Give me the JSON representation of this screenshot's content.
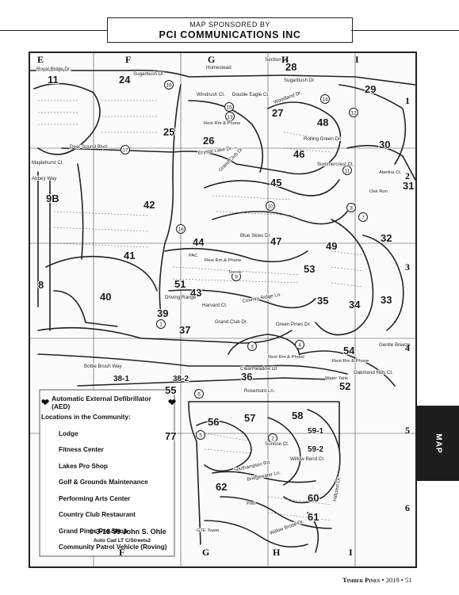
{
  "banner": {
    "line1": "MAP SPONSORED BY",
    "line2": "PCI COMMUNICATIONS INC"
  },
  "grid": {
    "top_columns": [
      "E",
      "F",
      "G",
      "H",
      "I"
    ],
    "bottom_columns": [
      "F",
      "G",
      "H",
      "I"
    ],
    "rows": [
      "1",
      "2",
      "3",
      "4",
      "5",
      "6"
    ]
  },
  "legend": {
    "title": "Automatic External Defibrillator (AED)",
    "subtitle": "Locations in the Community:",
    "locations": [
      "Lodge",
      "Fitness Center",
      "Lakes Pro Shop",
      "Golf & Grounds Maintenance",
      "Performing Arts Center",
      "Country Club Restaurant",
      "Grand Pines Pro Shop",
      "Community Patrol Vehicle (Roving)"
    ]
  },
  "credit": {
    "line1": "© 3-18-99 John S. Ohle",
    "line2": "Auto Cad LT C/Streets2"
  },
  "side_tab": "MAP",
  "footer": {
    "publication": "Timber Pines",
    "year": "2019",
    "page": "51"
  },
  "map": {
    "colors": {
      "ink": "#1a1a1a",
      "paper": "#fbfbfb"
    },
    "sections": [
      "11",
      "24",
      "28",
      "29",
      "27",
      "25",
      "26",
      "48",
      "30",
      "31",
      "9B",
      "42",
      "46",
      "45",
      "47",
      "44",
      "41",
      "49",
      "32",
      "8",
      "51",
      "43",
      "53",
      "40",
      "39",
      "37",
      "33",
      "35",
      "34",
      "54",
      "36",
      "38-1",
      "38-2",
      "52",
      "55",
      "56",
      "57",
      "58",
      "59-1",
      "59-2",
      "77",
      "62",
      "60",
      "61"
    ],
    "markers": [
      "16",
      "17",
      "15",
      "13",
      "14",
      "12",
      "11",
      "10",
      "18",
      "9",
      "8",
      "7",
      "6",
      "5",
      "4",
      "3",
      "2",
      "1"
    ],
    "streets": [
      "Section Dr.",
      "Royal Ridge Dr.",
      "Sugarbush Dr.",
      "Homestead",
      "Sugarbush Dr.",
      "Windrush Ct.",
      "Double Eagle Ct.",
      "Woodland Dr.",
      "Rolling Green Dr.",
      "Crystal Lake Dr.",
      "Grand Club Dr.",
      "Dear Sound Blvd.",
      "Maplehurst Ct.",
      "Abbey Way",
      "Summercrest Ct.",
      "Blue Skies Dr.",
      "Country Ridge Ln.",
      "Green Pines Dr.",
      "Grand Club Dr.",
      "Clearmeadow Dr.",
      "Bottle Brush Way",
      "Rosemont Ln.",
      "Southampton Rd.",
      "Sunrise Ct.",
      "Bridgewater Ln.",
      "Willow Bend Ct.",
      "Willow Brook Dr.",
      "Hillcrest Dr.",
      "Driving Range",
      "Harvard Ct.",
      "Oakmond Hills Ct.",
      "Gentle Breeze"
    ],
    "places": [
      {
        "label": "Rest Rm & Phone"
      },
      {
        "label": "Rest Rm & Phone"
      },
      {
        "label": "Rest Rm & Phone"
      },
      {
        "label": "Rest Rm & Phone"
      },
      {
        "label": "PAC"
      },
      {
        "label": "Tennis"
      },
      {
        "label": "GTE Tower"
      },
      {
        "label": "Pool"
      },
      {
        "label": "Water Tank"
      },
      {
        "label": "Abelina Ct."
      },
      {
        "label": "Oak Run"
      }
    ]
  }
}
